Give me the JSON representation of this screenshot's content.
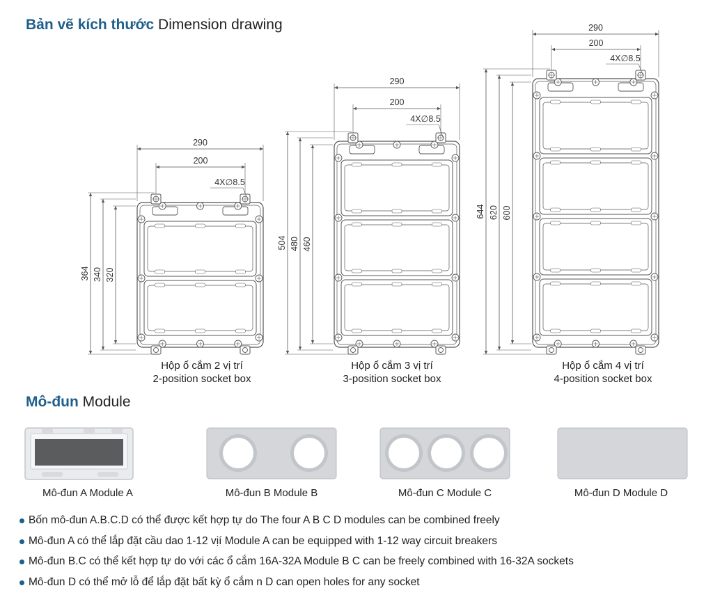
{
  "sections": {
    "dimension": {
      "title_vi": "Bản vẽ kích thước",
      "title_en": "Dimension drawing"
    },
    "module": {
      "title_vi": "Mô-đun",
      "title_en": "Module"
    }
  },
  "boxes": [
    {
      "caption_vi": "Hộp ổ cắm 2 vị trí",
      "caption_en": "2-position socket box",
      "width_outer": "290",
      "width_holes": "200",
      "holes": "4X∅8.5",
      "heights": [
        "364",
        "340",
        "320"
      ]
    },
    {
      "caption_vi": "Hộp ổ cắm 3 vị trí",
      "caption_en": "3-position socket box",
      "width_outer": "290",
      "width_holes": "200",
      "holes": "4X∅8.5",
      "heights": [
        "504",
        "480",
        "460"
      ]
    },
    {
      "caption_vi": "Hộp ổ cắm 4 vị trí",
      "caption_en": "4-position socket box",
      "width_outer": "290",
      "width_holes": "200",
      "holes": "4X∅8.5",
      "heights": [
        "644",
        "620",
        "600"
      ]
    }
  ],
  "modules": [
    {
      "label": "Mô-đun A Module A"
    },
    {
      "label": "Mô-đun B Module B"
    },
    {
      "label": "Mô-đun C Module C"
    },
    {
      "label": "Mô-đun D Module D"
    }
  ],
  "notes": [
    "Bốn mô-đun A.B.C.D có thể được kết hợp tự do The four A B C D modules can be combined freely",
    "Mô-đun A có thể lắp đặt cầu dao 1-12 vịí Module A can be equipped with 1-12 way circuit breakers",
    "Mô-đun B.C có thể kết hợp tự do với các ổ cắm 16A-32A Module B C can be freely combined with 16-32A sockets",
    "Mô-đun D có thể mở lỗ để lắp đặt bất kỳ ổ cắm n D can open holes for any socket"
  ],
  "colors": {
    "accent": "#1f5f8b",
    "line": "#555555",
    "module_gray": "#d4d6d9"
  }
}
